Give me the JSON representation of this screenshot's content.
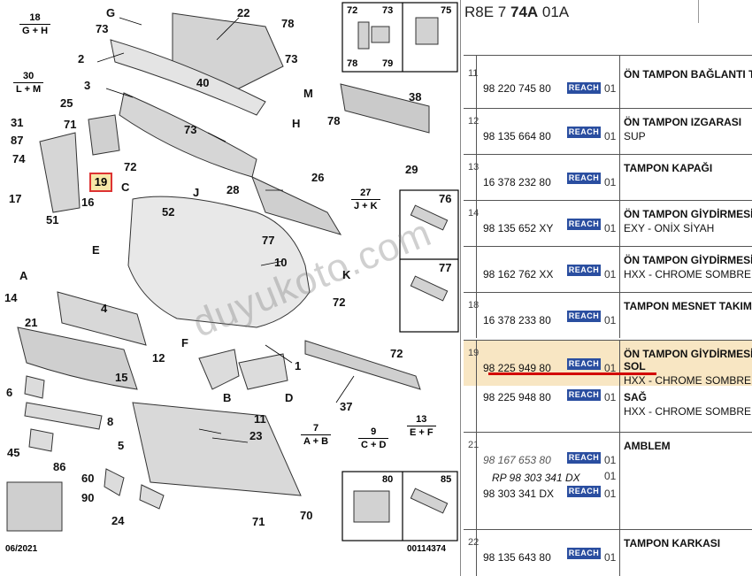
{
  "header": {
    "prefix": "R8E 7 ",
    "bold": "74A",
    "suffix": " 01A"
  },
  "diagram": {
    "callouts": [
      "18",
      "G",
      "22",
      "78",
      "73",
      "2",
      "40",
      "30",
      "73",
      "M",
      "3",
      "H",
      "25",
      "71",
      "73",
      "31",
      "87",
      "74",
      "72",
      "C",
      "19",
      "J",
      "28",
      "26",
      "78",
      "38",
      "29",
      "17",
      "16",
      "51",
      "52",
      "E",
      "76",
      "77",
      "10",
      "K",
      "72",
      "A",
      "14",
      "4",
      "21",
      "F",
      "12",
      "72",
      "15",
      "B",
      "D",
      "6",
      "37",
      "1",
      "8",
      "11",
      "45",
      "86",
      "5",
      "23",
      "60",
      "90",
      "24",
      "71",
      "70",
      "27",
      "7",
      "9",
      "13"
    ],
    "unit_labels": [
      {
        "top": "18",
        "bottom": "G + H"
      },
      {
        "top": "30",
        "bottom": "L + M"
      },
      {
        "top": "27",
        "bottom": "J + K"
      },
      {
        "top": "7",
        "bottom": "A + B"
      },
      {
        "top": "9",
        "bottom": "C + D"
      },
      {
        "top": "13",
        "bottom": "E + F"
      }
    ],
    "box1": [
      "72",
      "73",
      "75",
      "78",
      "79"
    ],
    "box2": [
      "76",
      "77"
    ],
    "box3": [
      "80",
      "85"
    ],
    "highlighted_callout": "19",
    "date": "06/2021",
    "ref": "00114374",
    "watermark": "duyukoto.com"
  },
  "parts": [
    {
      "no": "11",
      "pn": "98 220 745 80",
      "qty": "01",
      "desc": [
        "ÖN TAMPON BAĞLANTI T"
      ]
    },
    {
      "no": "12",
      "pn": "98 135 664 80",
      "qty": "01",
      "desc": [
        "ÖN TAMPON IZGARASI",
        "SUP"
      ]
    },
    {
      "no": "13",
      "pn": "16 378 232 80",
      "qty": "01",
      "desc": [
        "TAMPON KAPAĞI"
      ]
    },
    {
      "no": "14",
      "pn": "98 135 652 XY",
      "qty": "01",
      "desc": [
        "ÖN TAMPON GİYDİRMESİ",
        "EXY - ONİX SİYAH"
      ]
    },
    {
      "no": "",
      "pn": "98 162 762 XX",
      "qty": "01",
      "desc": [
        "ÖN TAMPON GİYDİRMESİ",
        "HXX - CHROME SOMBRE"
      ]
    },
    {
      "no": "18",
      "pn": "16 378 233 80",
      "qty": "01",
      "desc": [
        "TAMPON MESNET TAKIMI"
      ]
    },
    {
      "no": "19",
      "pn": "98 225 949 80",
      "qty": "01",
      "desc": [
        "ÖN TAMPON GİYDİRMESİ",
        "SOL",
        "HXX - CHROME SOMBRE"
      ]
    },
    {
      "no": "",
      "pn": "98 225 948 80",
      "qty": "01",
      "desc": [
        "SAĞ",
        "HXX - CHROME SOMBRE"
      ]
    },
    {
      "no": "21",
      "pn": "98 167 653 80",
      "qty": "01",
      "desc": [
        "AMBLEM"
      ]
    },
    {
      "no": "",
      "pn": "RP 98 303 341 DX",
      "qty": "01",
      "desc": []
    },
    {
      "no": "",
      "pn": "98 303 341 DX",
      "qty": "01",
      "desc": []
    },
    {
      "no": "22",
      "pn": "98 135 643 80",
      "qty": "01",
      "desc": [
        "TAMPON KARKASI"
      ]
    }
  ],
  "reach_label": "REACH",
  "colors": {
    "reach": "#2a4ea0",
    "highlight_row": "#f8e6c3",
    "highlight_callout": "#f7e7a8",
    "red_line": "#d20000"
  }
}
